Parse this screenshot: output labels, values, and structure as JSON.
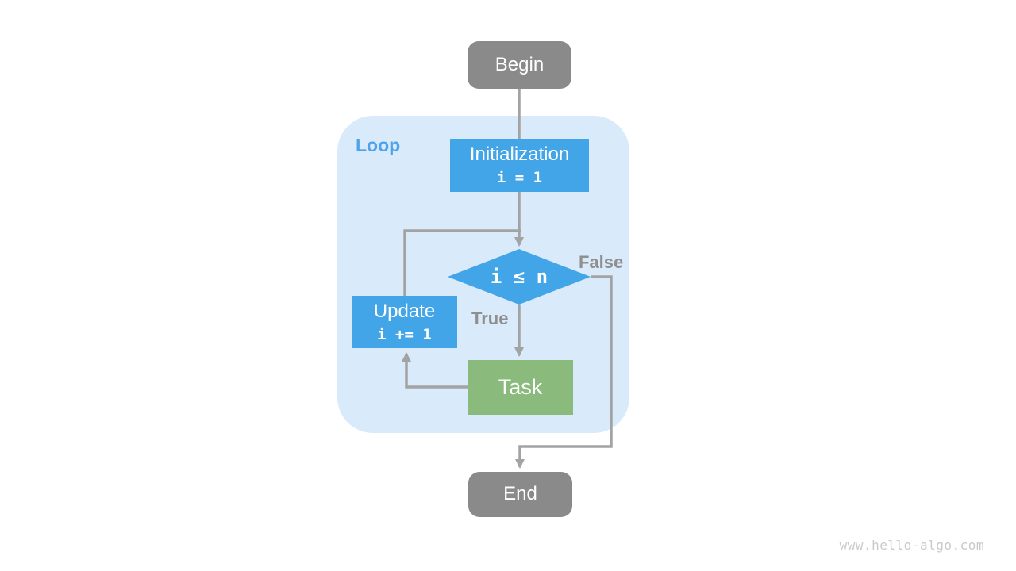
{
  "colors": {
    "node_gray": "#8a8a8a",
    "node_blue": "#42a5e8",
    "node_green": "#8bba7d",
    "loop_bg": "#d9eafa",
    "loop_label_blue": "#4da3ea",
    "connector_gray": "#a3a3a3",
    "branch_label_gray": "#8f8f8f",
    "watermark_gray": "#c9c9c9",
    "node_text": "#ffffff"
  },
  "diagram": {
    "loop_label": "Loop",
    "nodes": {
      "begin": {
        "label": "Begin"
      },
      "initialization": {
        "label": "Initialization",
        "code": "i = 1"
      },
      "condition": {
        "label": "i ≤ n"
      },
      "update": {
        "label": "Update",
        "code": "i += 1"
      },
      "task": {
        "label": "Task"
      },
      "end": {
        "label": "End"
      }
    },
    "branches": {
      "true_label": "True",
      "false_label": "False"
    }
  },
  "watermark": {
    "text": "www.hello-algo.com"
  }
}
